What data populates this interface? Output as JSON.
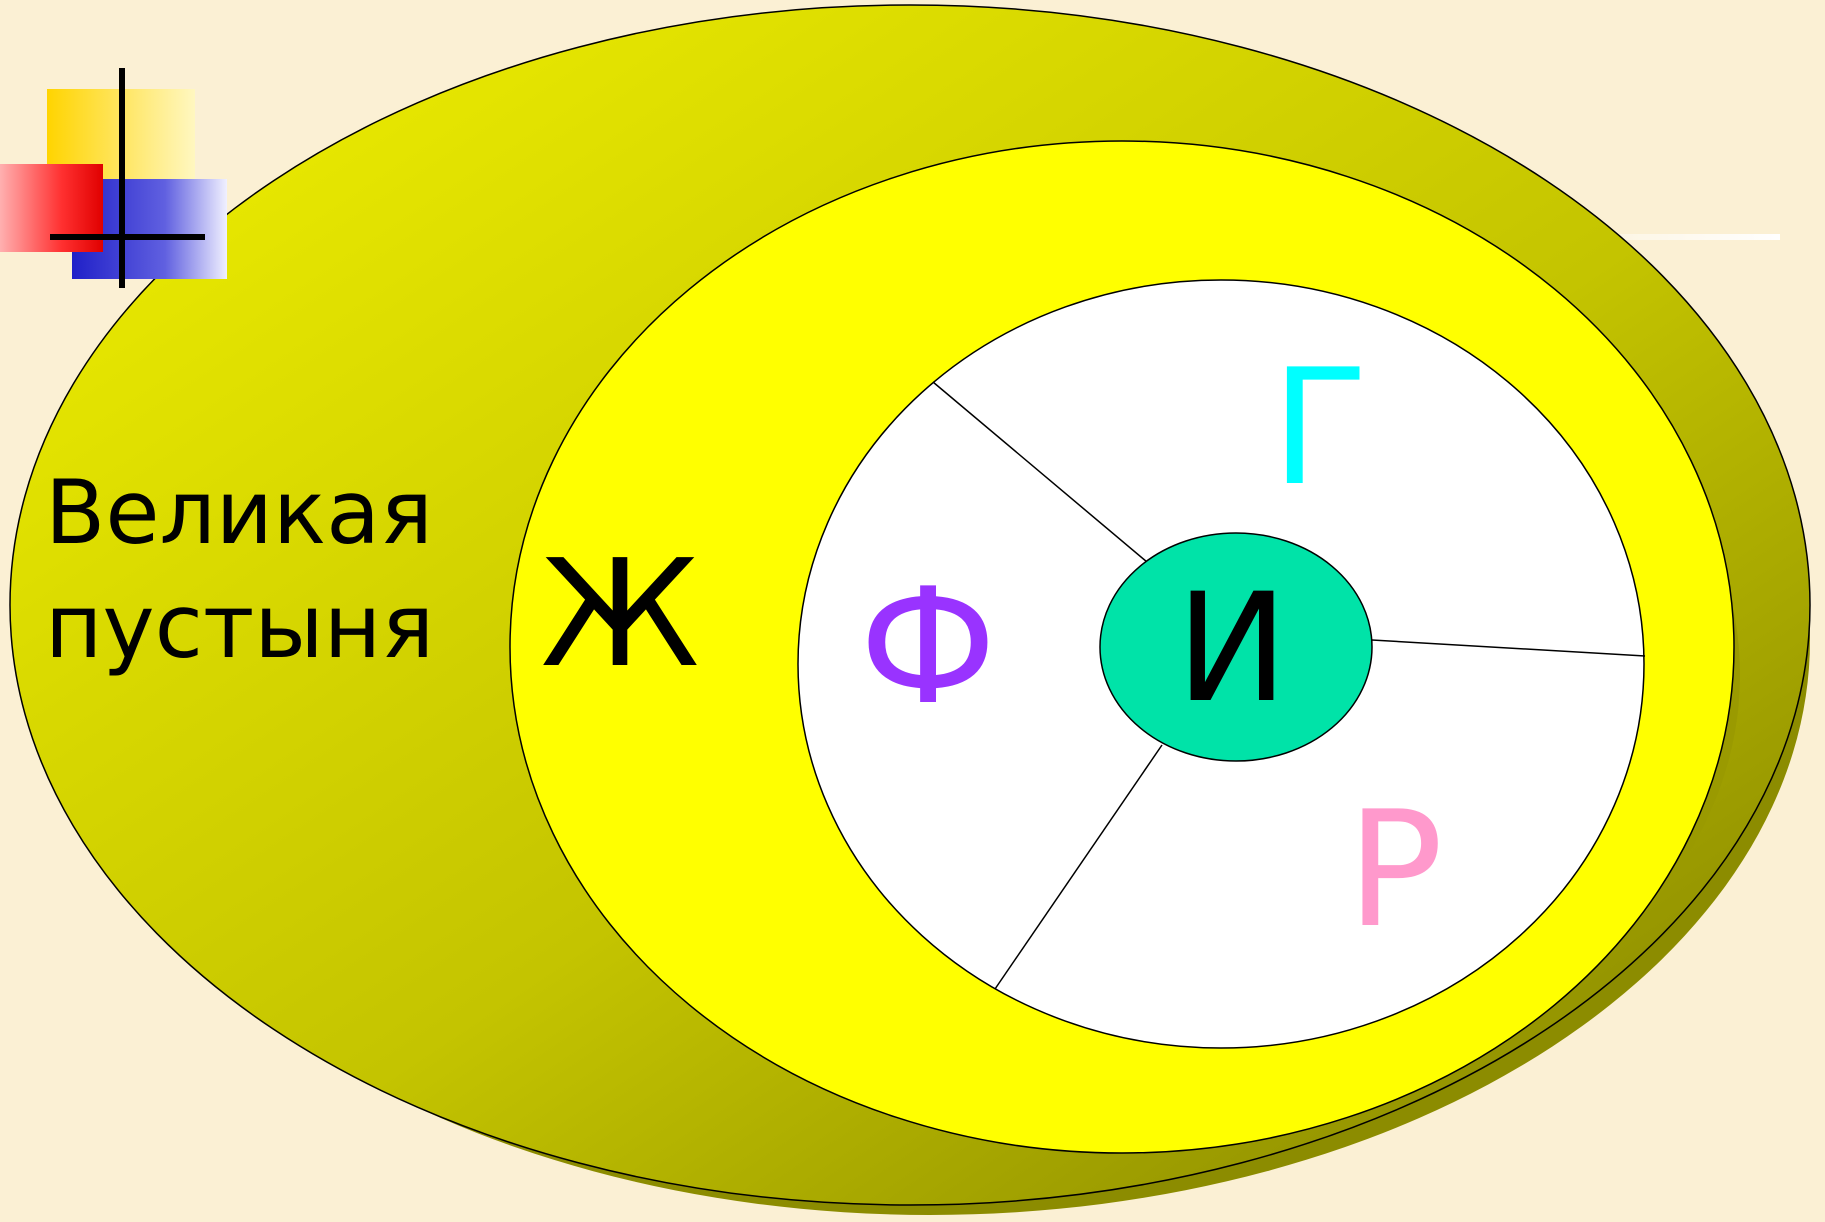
{
  "labels": {
    "outer": [
      "Великая",
      "пустыня"
    ],
    "middle": "Ж",
    "left_sector": "Ф",
    "top_sector": "Г",
    "bottom_sector": "Р",
    "center": "И"
  },
  "colors": {
    "background": "#fbf0d4",
    "outer_light": "#eeee00",
    "outer_dark": "#8a8a00",
    "middle_fill": "#ffff00",
    "inner_fill": "#ffffff",
    "center_fill": "#00e3a8",
    "outer_text": "#000000",
    "middle_text": "#000000",
    "left_sector_text": "#9933ff",
    "top_sector_text": "#00ffff",
    "bottom_sector_text": "#ff99cc",
    "center_text": "#000000",
    "deco_yellow": "#ffd800",
    "deco_red": "#ff2020",
    "deco_blue": "#2020d0"
  },
  "decor": {
    "corner_icon": "squares-crosshair-logo"
  }
}
